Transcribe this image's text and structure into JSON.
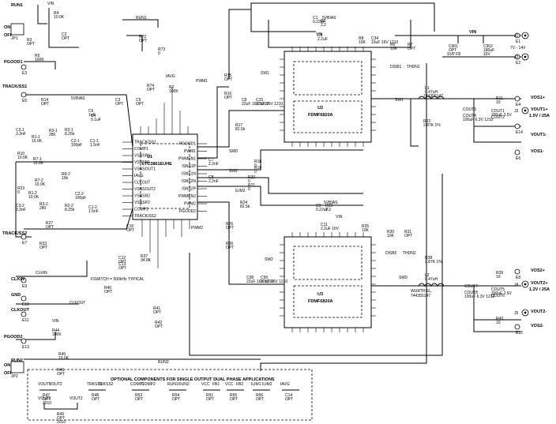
{
  "u1": {
    "ref": "U1",
    "part": "LTC3861EUHE"
  },
  "u2": {
    "ref": "U2",
    "part": "FDMF6820A"
  },
  "u3": {
    "ref": "U3",
    "part": "FDMF6820A"
  },
  "l1": {
    "ref": "L1",
    "value": "0.47uH",
    "part": "744355147"
  },
  "l2": {
    "ref": "L2",
    "value": "0.47uH",
    "part": "744355147",
    "vendor": "WURTH EL."
  },
  "vin": {
    "label": "VIN",
    "range": "7V - 14V",
    "c1": "C901",
    "c1v": "OPT",
    "c1s": "SVP F8",
    "c2": "C902",
    "c2v": "180uF",
    "c2s": "16V"
  },
  "outputs": {
    "vout1": {
      "plus": "VOUT1+",
      "value": "1.5V / 25A",
      "minus": "VOUT1-",
      "sense_p": "VOS1+",
      "sense_m": "VOS1-"
    },
    "vout2": {
      "plus": "VOUT2+",
      "value": "1.2V / 25A",
      "minus": "VOUT2-",
      "sense_p": "VOS2+",
      "sense_m": "VOS2-"
    }
  },
  "connectors": {
    "e1": "E1",
    "e2": "E2",
    "e3": "E3",
    "e4": "E4",
    "e5": "E5",
    "e6": "E6",
    "e7": "E7",
    "e8": "E8",
    "e9": "E9",
    "e10": "E10",
    "e11": "E11",
    "e12": "E12",
    "e13": "E13",
    "e14": "E14",
    "j1": "J1",
    "j2": "J2",
    "j3": "J3",
    "j4": "J4",
    "j5": "J5"
  },
  "signals": {
    "run1": "RUN1",
    "run2": "RUN2",
    "on": "ON",
    "off": "OFF",
    "pgood1": "PGOOD1",
    "pgood2": "PGOOD2",
    "track1": "TRACK/SS1",
    "track2": "TRACK/SS2",
    "clkin": "CLKIN",
    "clkout": "CLKOUT",
    "gnd": "GND",
    "ilim1": "ILIM1",
    "ilim2": "ILIM2",
    "ilim": "ILIM",
    "iavg": "IAVG",
    "pwm1": "PWM1",
    "pwm2": "PWM2",
    "sw1": "SW1",
    "sw2": "SW2",
    "smd": "SMD",
    "vcc": "VCC",
    "svbias": "5VBIAS",
    "vin": "VIN",
    "thdn1": "THDN1",
    "thdn2": "THDN2",
    "disb1": "DISB1",
    "disb2": "DISB2",
    "fswitch": "FSWITCH = 500kHz TYPICAL"
  },
  "parts_left": [
    {
      "ref": "R4",
      "value": "10.0K"
    },
    {
      "ref": "R3",
      "value": "OPT"
    },
    {
      "ref": "R5",
      "value": "100K"
    },
    {
      "ref": "R14",
      "value": "OPT"
    },
    {
      "ref": "C2",
      "value": "OPT"
    },
    {
      "ref": "C3",
      "value": "OPT"
    },
    {
      "ref": "C4",
      "value": "0.1uF"
    },
    {
      "ref": "C5",
      "value": "OPT"
    },
    {
      "ref": "R72",
      "value": "OPT"
    },
    {
      "ref": "R73",
      "value": "0"
    },
    {
      "ref": "R74",
      "value": "OPT"
    },
    {
      "ref": "C6",
      "value": "1uF"
    },
    {
      "ref": "R2",
      "value": "100K"
    }
  ],
  "parts_comp": [
    {
      "ref": "C3-1",
      "value": "3.3nF"
    },
    {
      "ref": "R3-1",
      "value": "280"
    },
    {
      "ref": "R2-1",
      "value": "8.25k"
    },
    {
      "ref": "C2-1",
      "value": "100pF"
    },
    {
      "ref": "C1-1",
      "value": "1.5nF"
    },
    {
      "ref": "R1-1",
      "value": "10.0K"
    },
    {
      "ref": "R7-1",
      "value": "10.0K"
    },
    {
      "ref": "R10",
      "value": "10.0K"
    },
    {
      "ref": "R8-2",
      "value": "10k"
    },
    {
      "ref": "R7-2",
      "value": "10.0K"
    },
    {
      "ref": "R1-2",
      "value": "10.0K"
    },
    {
      "ref": "C3-2",
      "value": "3.3nF"
    },
    {
      "ref": "R3-2",
      "value": "280"
    },
    {
      "ref": "R2-2",
      "value": "8.25k"
    },
    {
      "ref": "C2-2",
      "value": "100pF"
    },
    {
      "ref": "C1-2",
      "value": "1.5nF"
    },
    {
      "ref": "R23",
      "value": "0"
    }
  ],
  "parts_mid": [
    {
      "ref": "R15",
      "value": "OPT"
    },
    {
      "ref": "R16",
      "value": "OPT"
    },
    {
      "ref": "R17",
      "value": "82.5k"
    },
    {
      "ref": "R18",
      "value": "0"
    },
    {
      "ref": "R19",
      "value": "0"
    },
    {
      "ref": "C7",
      "value": "2.2nF"
    },
    {
      "ref": "C8",
      "value": "2.2nF"
    },
    {
      "ref": "R20",
      "value": "0"
    },
    {
      "ref": "R21",
      "value": "0"
    },
    {
      "ref": "R24",
      "value": "82.5k"
    },
    {
      "ref": "R26",
      "value": "OPT"
    },
    {
      "ref": "R36",
      "value": "OPT"
    },
    {
      "ref": "C16",
      "value": "OPT"
    },
    {
      "ref": "C12",
      "value": "OPT"
    },
    {
      "ref": "C13",
      "value": "OPT"
    },
    {
      "ref": "R37",
      "value": "34.8K"
    },
    {
      "ref": "R40",
      "value": "OPT"
    },
    {
      "ref": "R41",
      "value": "OPT"
    },
    {
      "ref": "R42",
      "value": "OPT"
    },
    {
      "ref": "R44",
      "value": "100K"
    },
    {
      "ref": "R45",
      "value": "10.0K"
    },
    {
      "ref": "R46",
      "value": "OPT"
    },
    {
      "ref": "R27",
      "value": "OPT"
    },
    {
      "ref": "R33",
      "value": "OPT"
    }
  ],
  "parts_pwr1": [
    {
      "ref": "C1",
      "value": "0.22uF"
    },
    {
      "ref": "R2",
      "value": "2.2"
    },
    {
      "ref": "C9",
      "value": "2.2uF"
    },
    {
      "ref": "R8",
      "value": "10K"
    },
    {
      "ref": "C34",
      "value": "10uF 16V 1210"
    },
    {
      "ref": "R6",
      "value": "10K"
    },
    {
      "ref": "R7",
      "value": "OPT"
    },
    {
      "ref": "C8",
      "value": "22uF 16V 1210"
    },
    {
      "ref": "C15",
      "value": "22uF 16V 1210"
    },
    {
      "ref": "R11",
      "value": "10"
    },
    {
      "ref": "R22",
      "value": "2.87K 1%"
    }
  ],
  "parts_pwr2": [
    {
      "ref": "C9",
      "value": "0.22uF"
    },
    {
      "ref": "R29",
      "value": "2.2"
    },
    {
      "ref": "C11",
      "value": "2.2uF 16V"
    },
    {
      "ref": "R35",
      "value": "10K"
    },
    {
      "ref": "R30",
      "value": "10K"
    },
    {
      "ref": "R31",
      "value": "OPT"
    },
    {
      "ref": "C98",
      "value": "22uF 16V 1210"
    },
    {
      "ref": "C99",
      "value": "22uF 16V 1210"
    },
    {
      "ref": "R38",
      "value": "2.87K 1%"
    },
    {
      "ref": "R39",
      "value": "10"
    },
    {
      "ref": "R43",
      "value": "10"
    }
  ],
  "out_caps1": [
    {
      "ref": "COUT4",
      "value": "100uF 6.3V 1210"
    },
    {
      "ref": "COUT1",
      "value": "330uF 2.5V"
    },
    {
      "ref": "COUT3",
      "value": ""
    },
    {
      "ref": "COUT2",
      "value": ""
    }
  ],
  "out_caps2": [
    {
      "ref": "COUT8",
      "value": "100uF 6.3V 1210"
    },
    {
      "ref": "COUT5",
      "value": "330uF 2.5V"
    },
    {
      "ref": "COUT7",
      "value": ""
    },
    {
      "ref": "COUT6",
      "value": ""
    }
  ],
  "optional_box": {
    "title": "OPTIONAL COMPONENTS FOR SINGLE OUTPUT DUAL PHASE APPLICATIONS",
    "items": [
      {
        "a": "VOUT1",
        "b": "VOUT2",
        "ref": "R47",
        "value": "OPT",
        "size": "2010"
      },
      {
        "a": "TRKSS1",
        "b": "TRKSS2",
        "ref": "R48",
        "value": "OPT"
      },
      {
        "a": "COMP1",
        "b": "COMP2",
        "ref": "R53",
        "value": "OPT"
      },
      {
        "a": "RUN1",
        "b": "RUN2",
        "ref": "R54",
        "value": "OPT"
      },
      {
        "a": "VCC",
        "b": "FB1",
        "ref": "R51",
        "value": "OPT"
      },
      {
        "a": "VCC",
        "b": "FB2",
        "ref": "R55",
        "value": "OPT"
      },
      {
        "a": "ILIM1",
        "b": "ILIM2",
        "ref": "R56",
        "value": "OPT"
      },
      {
        "a": "IAVG",
        "b": "",
        "ref": "C14",
        "value": "OPT"
      },
      {
        "a": "VOUT1",
        "b": "VOUT2",
        "ref": "R49",
        "value": "OPT",
        "size": "2010"
      }
    ]
  },
  "jumpers": {
    "jp1": "JP1",
    "jp2": "JP2"
  },
  "u1_pins_left": [
    "TRACK/SS1",
    "COMP1",
    "VSNSP1",
    "VSNSN1",
    "VSNSOUT1",
    "IAVG",
    "CLKOUT",
    "VSNSOUT2",
    "VSNSN2",
    "VSNSP2",
    "COMP2",
    "TRACK/SS2"
  ],
  "u1_pins_right": [
    "PGOOD1",
    "PWM1",
    "PWMEN1",
    "ISNS1P",
    "ISNS1N",
    "ISNS2N",
    "ISNS2P",
    "PWMEN2",
    "PWM2",
    "PGOOD2"
  ]
}
